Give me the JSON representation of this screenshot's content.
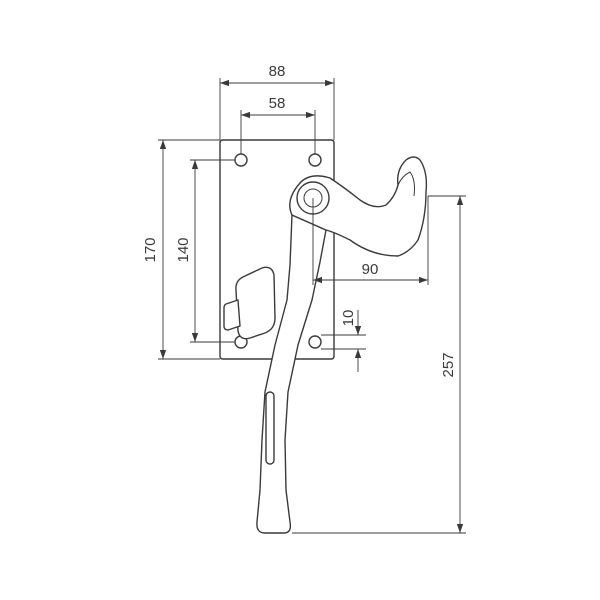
{
  "drawing": {
    "subject": "latch",
    "line_color": "#3a3a3a",
    "background": "#ffffff"
  },
  "dimensions": {
    "plate_width": "88",
    "hole_spacing_horizontal": "58",
    "plate_height": "170",
    "hole_spacing_vertical": "140",
    "hook_reach": "90",
    "hole_offset": "10",
    "overall_length": "257"
  }
}
